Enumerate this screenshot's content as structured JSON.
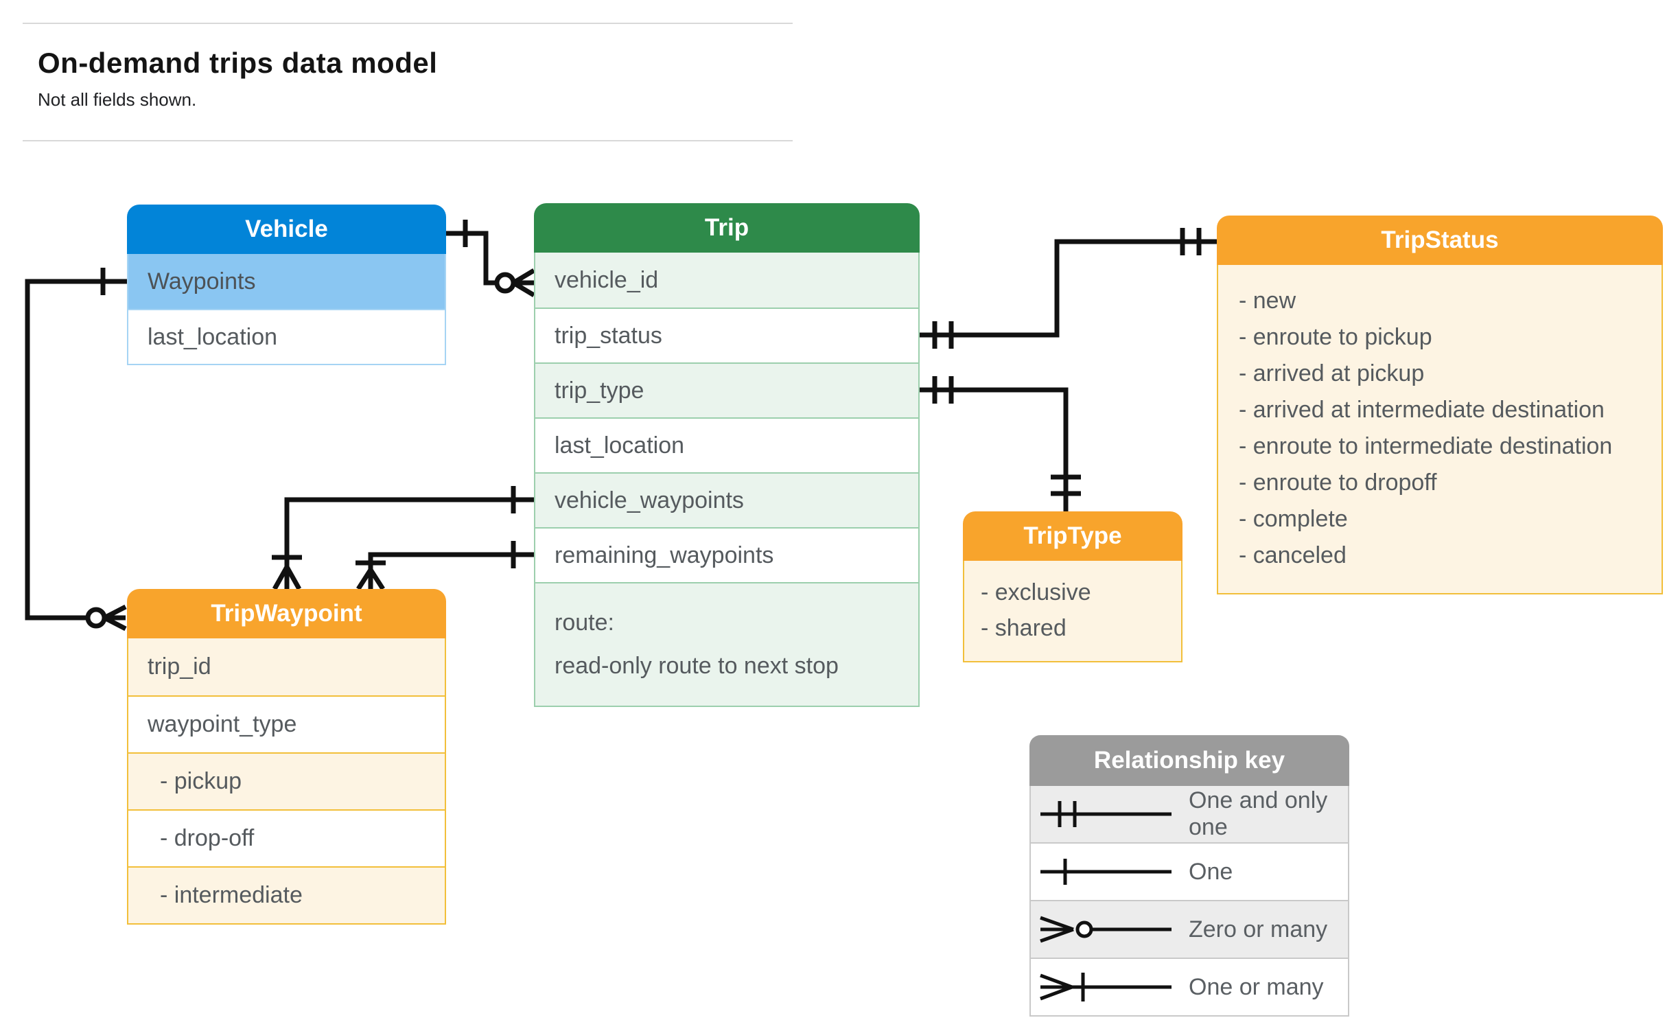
{
  "page": {
    "title": "On-demand trips data model",
    "subtitle": "Not all fields shown."
  },
  "entities": {
    "vehicle": {
      "title": "Vehicle",
      "fields": [
        "Waypoints",
        "last_location"
      ]
    },
    "trip": {
      "title": "Trip",
      "fields": [
        "vehicle_id",
        "trip_status",
        "trip_type",
        "last_location",
        "vehicle_waypoints",
        "remaining_waypoints"
      ],
      "route_field": {
        "line1": "route:",
        "line2": "read-only route to next stop"
      }
    },
    "tripStatus": {
      "title": "TripStatus",
      "values": [
        "- new",
        "- enroute to pickup",
        "- arrived at pickup",
        "- arrived at intermediate destination",
        "- enroute to intermediate destination",
        "- enroute to dropoff",
        "- complete",
        "- canceled"
      ]
    },
    "tripType": {
      "title": "TripType",
      "values": [
        "- exclusive",
        "- shared"
      ]
    },
    "tripWaypoint": {
      "title": "TripWaypoint",
      "fields": [
        "trip_id",
        "waypoint_type",
        "- pickup",
        "- drop-off",
        "- intermediate"
      ]
    }
  },
  "connectors": [
    {
      "from": "Vehicle",
      "to": "Trip.vehicle_id",
      "start": "one",
      "end": "zero-or-many"
    },
    {
      "from": "Trip.trip_status",
      "to": "TripStatus",
      "start": "one-and-only-one",
      "end": "one-and-only-one"
    },
    {
      "from": "Trip.trip_type",
      "to": "TripType",
      "start": "one-and-only-one",
      "end": "one-and-only-one"
    },
    {
      "from": "Trip.vehicle_waypoints",
      "to": "TripWaypoint",
      "start": "one",
      "end": "one-or-many"
    },
    {
      "from": "Trip.remaining_waypoints",
      "to": "TripWaypoint",
      "start": "one",
      "end": "one-or-many"
    },
    {
      "from": "Vehicle.Waypoints",
      "to": "TripWaypoint",
      "start": "one",
      "end": "zero-or-many"
    }
  ],
  "legend": {
    "title": "Relationship key",
    "rows": [
      {
        "symbol": "one-and-only-one",
        "label": "One and only one"
      },
      {
        "symbol": "one",
        "label": "One"
      },
      {
        "symbol": "zero-or-many",
        "label": "Zero or many"
      },
      {
        "symbol": "one-or-many",
        "label": "One or many"
      }
    ]
  },
  "colors": {
    "vehicle_header": "#0284d8",
    "vehicle_row": "#8ac6f2",
    "trip_header": "#2e8a4a",
    "trip_row": "#eaf4ed",
    "enum_header": "#f8a42c",
    "enum_row": "#fdf4e3",
    "legend_header": "#9b9b9b",
    "legend_row": "#ececec",
    "connector": "#111111"
  }
}
